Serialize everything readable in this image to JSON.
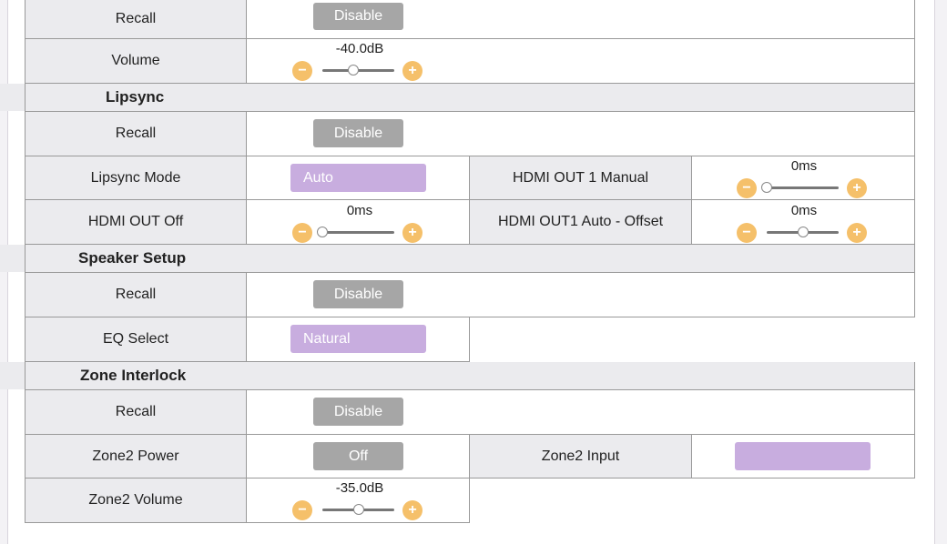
{
  "recall_label": "Recall",
  "disable_label": "Disable",
  "volume": {
    "label": "Volume",
    "value": "-40.0dB",
    "level": 0.43
  },
  "lipsync": {
    "title": "Lipsync",
    "mode_label": "Lipsync Mode",
    "mode_value": "Auto",
    "hdmi_out1_manual_label": "HDMI OUT 1  Manual",
    "hdmi_out1_manual_value": "0ms",
    "hdmi_out1_manual_level": 0.0,
    "hdmi_out_off_label": "HDMI OUT Off",
    "hdmi_out_off_value": "0ms",
    "hdmi_out_off_level": 0.0,
    "hdmi_out1_auto_label": "HDMI OUT1 Auto - Offset",
    "hdmi_out1_auto_value": "0ms",
    "hdmi_out1_auto_level": 0.5
  },
  "speaker": {
    "title": "Speaker Setup",
    "eq_label": "EQ Select",
    "eq_value": "Natural"
  },
  "zone": {
    "title": "Zone Interlock",
    "power_label": "Zone2 Power",
    "power_value": "Off",
    "input_label": "Zone2 Input",
    "input_value": "",
    "volume_label": "Zone2 Volume",
    "volume_value": "-35.0dB",
    "volume_level": 0.5
  },
  "icons": {
    "minus": "minus-icon",
    "plus": "plus-icon"
  },
  "colors": {
    "accent_orange": "#f5c06a",
    "purple_select": "#c8addf",
    "gray_button": "#a6a6a6"
  }
}
